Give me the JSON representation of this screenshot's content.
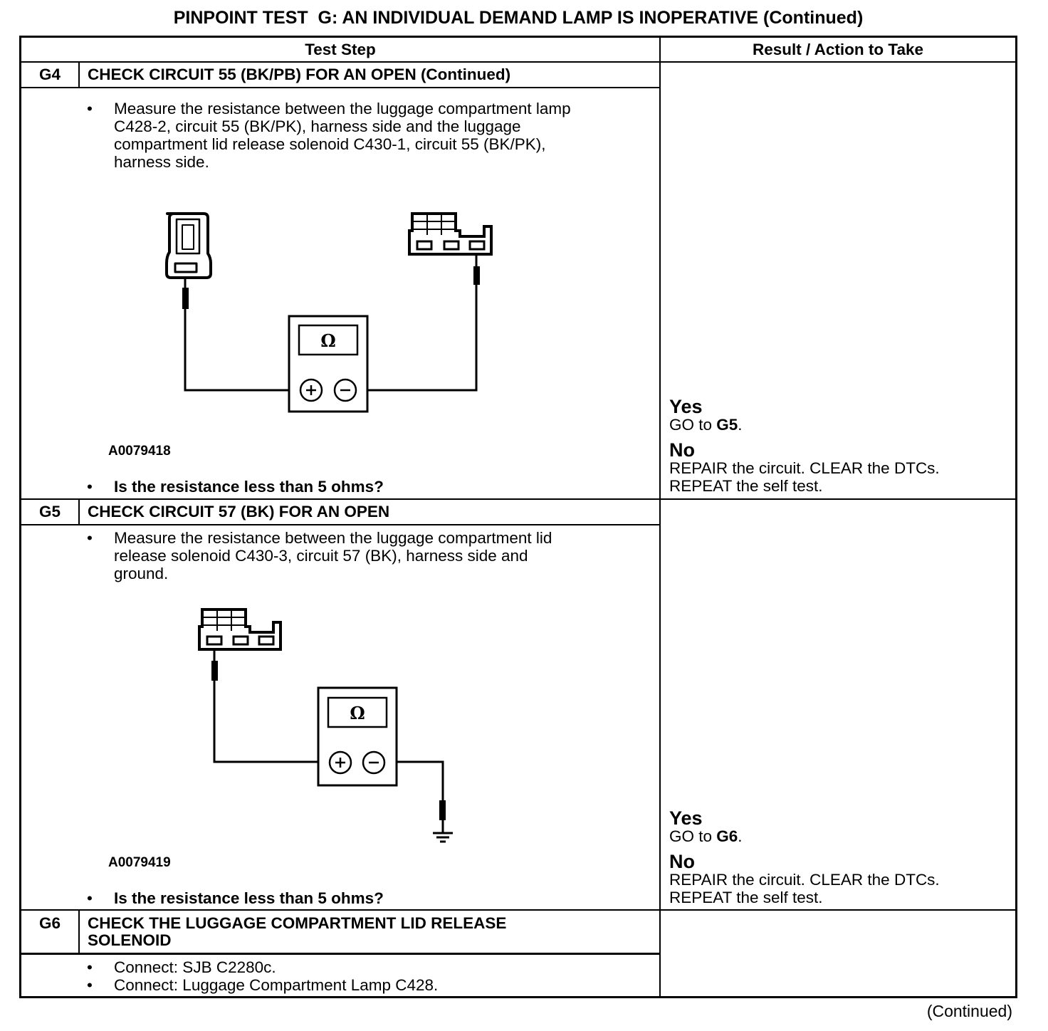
{
  "title": "PINPOINT TEST  G: AN INDIVIDUAL DEMAND LAMP IS INOPERATIVE (Continued)",
  "table": {
    "headers": [
      "Test Step",
      "Result / Action to Take"
    ],
    "steps": [
      {
        "id": "G4",
        "title": "CHECK CIRCUIT 55 (BK/PB) FOR AN OPEN (Continued)",
        "instructions": [
          "Measure the resistance between the luggage compartment lamp",
          "C428-2, circuit 55 (BK/PK), harness side and the luggage",
          "compartment lid release solenoid C430-1, circuit 55 (BK/PK),",
          "harness side."
        ],
        "figure_id": "A0079418",
        "meter_symbol": "Ω",
        "question": "Is the resistance less than 5 ohms?",
        "results": {
          "yes_label": "Yes",
          "yes_action_prefix": "GO to ",
          "yes_action_target": "G5",
          "yes_action_suffix": ".",
          "no_label": "No",
          "no_action_line1": "REPAIR the circuit. CLEAR the DTCs.",
          "no_action_line2": "REPEAT the self test."
        }
      },
      {
        "id": "G5",
        "title": "CHECK CIRCUIT 57 (BK) FOR AN OPEN",
        "instructions": [
          "Measure the resistance between the luggage compartment lid",
          "release solenoid C430-3, circuit 57 (BK), harness side and",
          "ground."
        ],
        "figure_id": "A0079419",
        "meter_symbol": "Ω",
        "question": "Is the resistance less than 5 ohms?",
        "results": {
          "yes_label": "Yes",
          "yes_action_prefix": "GO to ",
          "yes_action_target": "G6",
          "yes_action_suffix": ".",
          "no_label": "No",
          "no_action_line1": "REPAIR the circuit. CLEAR the DTCs.",
          "no_action_line2": "REPEAT the self test."
        }
      },
      {
        "id": "G6",
        "title_line1": "CHECK THE LUGGAGE COMPARTMENT LID RELEASE",
        "title_line2": "SOLENOID",
        "instructions": [
          "Connect: SJB C2280c.",
          "Connect: Luggage Compartment Lamp C428."
        ]
      }
    ]
  },
  "bullet_char": "•",
  "footer": "(Continued)"
}
